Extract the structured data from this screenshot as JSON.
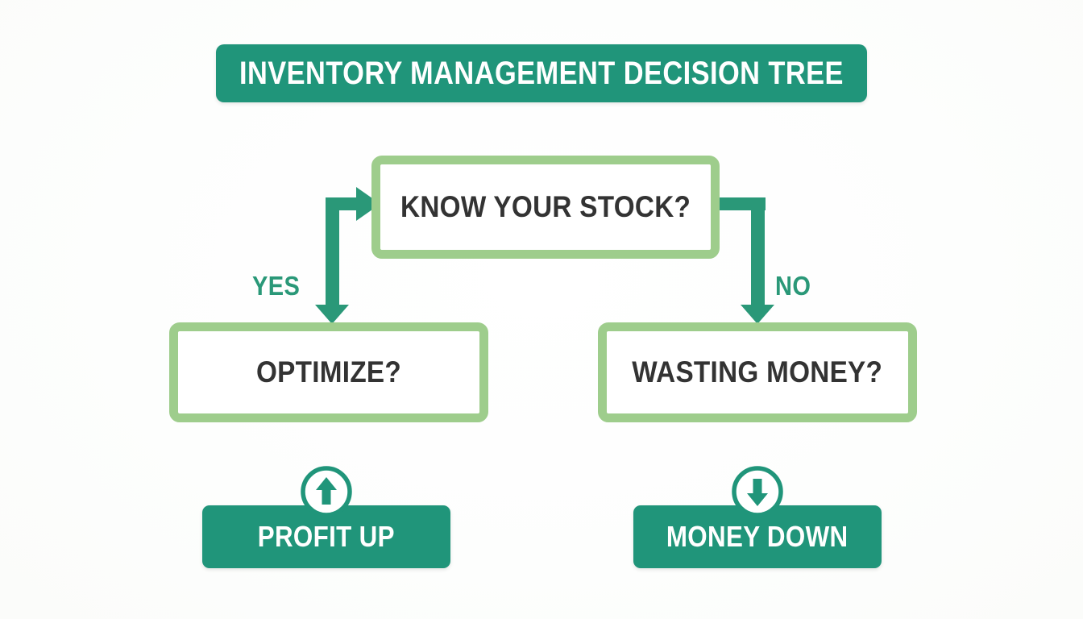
{
  "title": {
    "text": "INVENTORY MANAGEMENT DECISION TREE"
  },
  "colors": {
    "banner_teal": "#20957a",
    "box_border_green": "#9ecd8c",
    "arrow_teal": "#2a9878",
    "box_text_gray": "#333333",
    "background": "#ffffff",
    "badge_text": "#ffffff"
  },
  "nodes": {
    "root": {
      "label": "KNOW YOUR STOCK?"
    },
    "yes_branch": {
      "label": "OPTIMIZE?"
    },
    "no_branch": {
      "label": "WASTING MONEY?"
    }
  },
  "edges": {
    "yes": {
      "label": "YES"
    },
    "no": {
      "label": "NO"
    }
  },
  "outcomes": {
    "positive": {
      "label": "PROFIT UP",
      "icon": "arrow-up-circle-icon"
    },
    "negative": {
      "label": "MONEY DOWN",
      "icon": "arrow-down-circle-icon"
    }
  },
  "chart_data": {
    "type": "diagram",
    "title": "INVENTORY MANAGEMENT DECISION TREE",
    "diagram_kind": "decision-tree",
    "nodes": [
      {
        "id": "root",
        "text": "KNOW YOUR STOCK?",
        "kind": "decision",
        "level": 0
      },
      {
        "id": "optimize",
        "text": "OPTIMIZE?",
        "kind": "decision",
        "level": 1
      },
      {
        "id": "wasting",
        "text": "WASTING MONEY?",
        "kind": "decision",
        "level": 1
      },
      {
        "id": "profit-up",
        "text": "PROFIT UP",
        "kind": "outcome",
        "level": 2,
        "icon": "arrow-up"
      },
      {
        "id": "money-down",
        "text": "MONEY DOWN",
        "kind": "outcome",
        "level": 2,
        "icon": "arrow-down"
      }
    ],
    "edges": [
      {
        "from": "root",
        "to": "optimize",
        "label": "YES"
      },
      {
        "from": "root",
        "to": "wasting",
        "label": "NO"
      },
      {
        "from": "optimize",
        "to": "profit-up",
        "label": ""
      },
      {
        "from": "wasting",
        "to": "money-down",
        "label": ""
      }
    ]
  }
}
